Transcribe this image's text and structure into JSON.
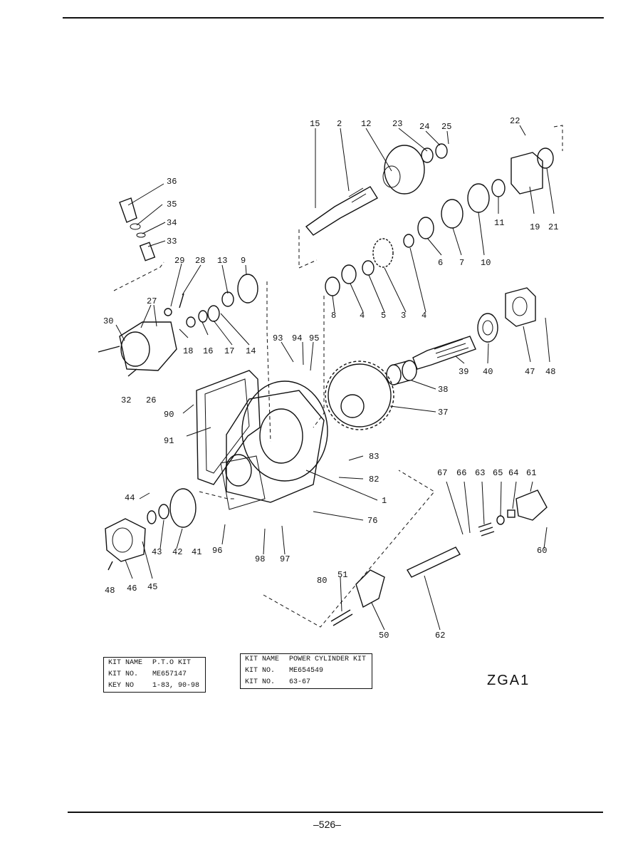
{
  "callouts": [
    "15",
    "2",
    "12",
    "23",
    "24",
    "25",
    "22",
    "36",
    "35",
    "34",
    "33",
    "29",
    "28",
    "13",
    "9",
    "11",
    "19",
    "21",
    "6",
    "7",
    "10",
    "27",
    "30",
    "18",
    "16",
    "17",
    "14",
    "8",
    "4",
    "5",
    "3",
    "4",
    "93",
    "94",
    "95",
    "47",
    "48",
    "39",
    "40",
    "32",
    "26",
    "38",
    "37",
    "90",
    "91",
    "83",
    "82",
    "1",
    "67",
    "66",
    "63",
    "65",
    "64",
    "61",
    "44",
    "76",
    "60",
    "43",
    "42",
    "41",
    "96",
    "98",
    "97",
    "51",
    "80",
    "62",
    "48",
    "46",
    "45",
    "50"
  ],
  "kits": {
    "pto": {
      "rows": [
        {
          "label": "KIT  NAME",
          "value": "P.T.O KIT"
        },
        {
          "label": "KIT  NO.",
          "value": "ME657147"
        },
        {
          "label": "KEY  NO",
          "value": "1-83, 90-98"
        }
      ]
    },
    "power_cylinder": {
      "rows": [
        {
          "label": "KIT  NAME",
          "value": "POWER CYLINDER KIT"
        },
        {
          "label": "KIT  NO.",
          "value": "ME654549"
        },
        {
          "label": "KIT  NO.",
          "value": "63-67"
        }
      ]
    }
  },
  "model_code": "ZGA1",
  "page_number": "–526–"
}
